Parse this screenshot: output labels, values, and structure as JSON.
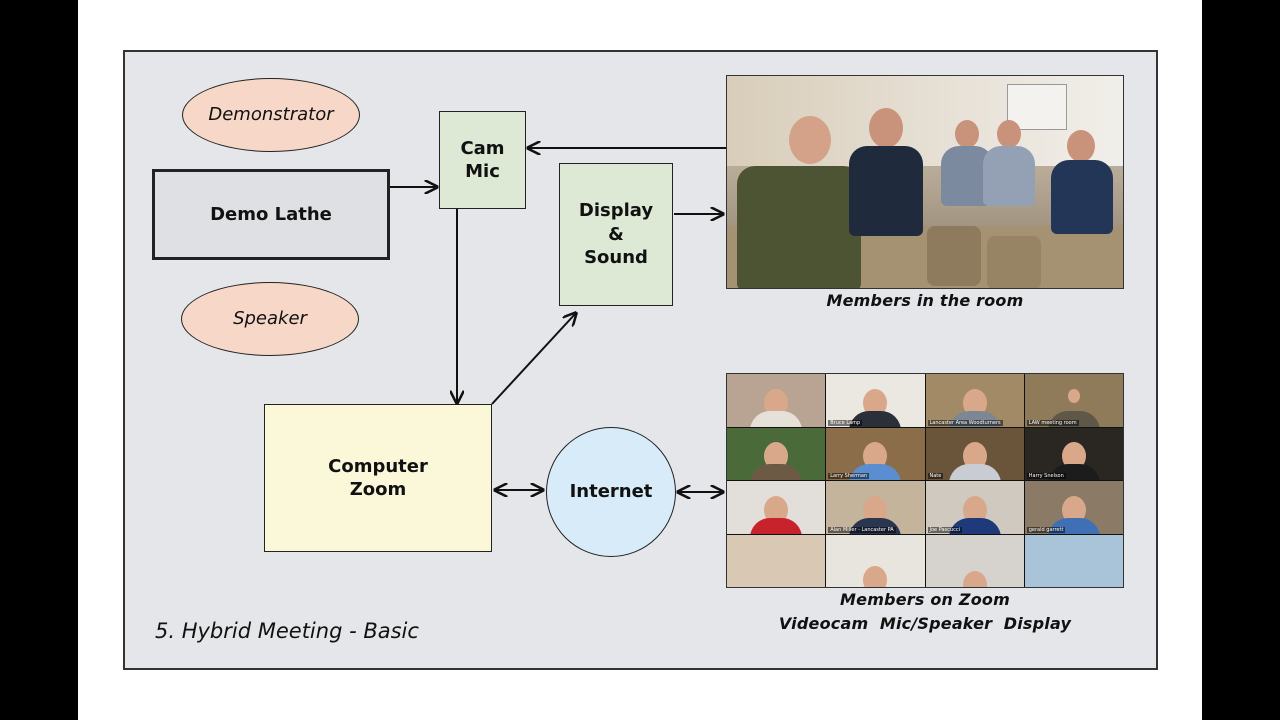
{
  "diagram": {
    "nodes": {
      "demonstrator": "Demonstrator",
      "speaker": "Speaker",
      "demo_lathe": "Demo Lathe",
      "cam_mic": [
        "Cam",
        "Mic"
      ],
      "display_sound": [
        "Display",
        "&",
        "Sound"
      ],
      "computer_zoom": [
        "Computer",
        "Zoom"
      ],
      "internet": "Internet"
    },
    "captions": {
      "room": "Members in the room",
      "zoom_line1": "Members on Zoom",
      "zoom_line2": "Videocam  Mic/Speaker  Display"
    },
    "title": "5. Hybrid Meeting - Basic",
    "zoom_tiles": [
      {
        "label": ""
      },
      {
        "label": "Bruce Lamp"
      },
      {
        "label": "Lancaster Area Woodturners"
      },
      {
        "label": "LAW meeting room"
      },
      {
        "label": ""
      },
      {
        "label": "Larry Sherman"
      },
      {
        "label": "Nate"
      },
      {
        "label": "Harry Snelson"
      },
      {
        "label": ""
      },
      {
        "label": "Alan Miller - Lancaster PA"
      },
      {
        "label": "Joe Pascucci"
      },
      {
        "label": "gerald garrett"
      },
      {
        "label": ""
      },
      {
        "label": ""
      },
      {
        "label": ""
      },
      {
        "label": ""
      }
    ]
  },
  "colors": {
    "oval_fill": "#f7d8c8",
    "green_fill": "#dde9d4",
    "yellow_fill": "#fbf8d9",
    "blue_fill": "#d8ebf8",
    "panel_bg": "#e5e6e9"
  }
}
